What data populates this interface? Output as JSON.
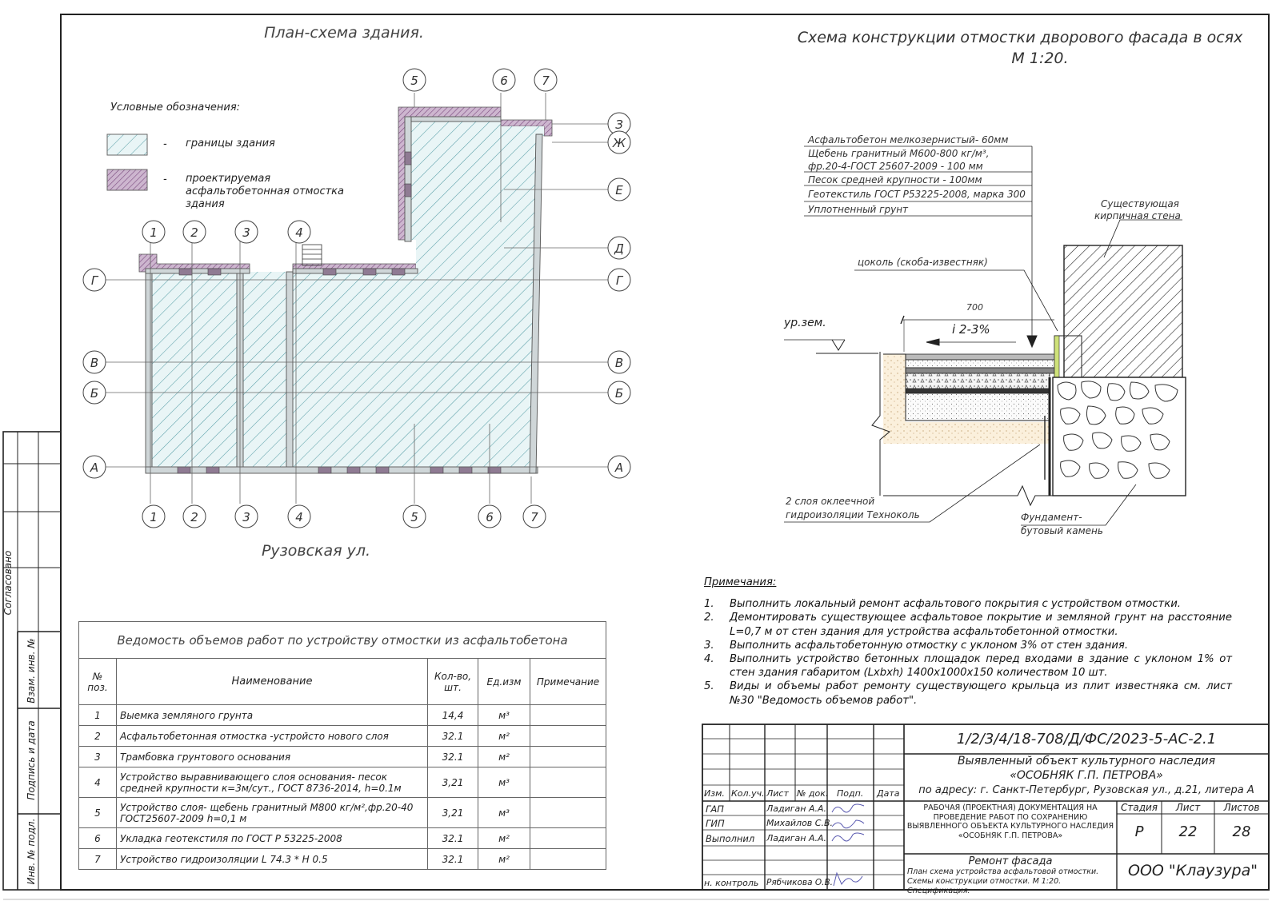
{
  "plan": {
    "title": "План-схема здания.",
    "legend_title": "Условные обозначения:",
    "legend": [
      {
        "dash": "-",
        "label": "границы здания"
      },
      {
        "dash": "-",
        "label": "проектируемая асфальтобетонная отмостка здания"
      }
    ],
    "street": "Рузовская ул.",
    "axes_top": [
      "5",
      "6",
      "7"
    ],
    "axes_mid_top": [
      "1",
      "2",
      "3",
      "4"
    ],
    "axes_bottom": [
      "1",
      "2",
      "3",
      "4",
      "5",
      "6",
      "7"
    ],
    "axes_right": [
      "З",
      "Ж",
      "Е",
      "Д",
      "Г",
      "В",
      "Б",
      "А"
    ],
    "axes_left": [
      "Г",
      "В",
      "Б",
      "А"
    ]
  },
  "section": {
    "title": "Схема конструкции отмостки дворового фасада в осях",
    "scale": "М 1:20.",
    "layers": [
      "Асфальтобетон мелкозернистый- 60мм",
      "Щебень гранитный М600-800 кг/м³,",
      "фр.20-4-ГОСТ 25607-2009 - 100 мм",
      "Песок средней крупности - 100мм",
      "Геотекстиль ГОСТ Р53225-2008, марка 300",
      "Уплотненный грунт"
    ],
    "wall_label_1": "Существующая",
    "wall_label_2": "кирпичная стена",
    "plinth": "цоколь (скоба-известняк)",
    "dim": "700",
    "slope": "i 2-3%",
    "ground": "ур.зем.",
    "waterproof_1": "2 слоя оклеечной",
    "waterproof_2": "гидроизоляции Техноколь",
    "foundation_1": "Фундамент-",
    "foundation_2": "бутовый камень"
  },
  "notes": {
    "heading": "Примечания:",
    "items": [
      {
        "n": "1.",
        "text": "Выполнить локальный ремонт асфальтового покрытия с устройством отмостки."
      },
      {
        "n": "2.",
        "text": "Демонтировать существующее асфальтовое покрытие и земляной грунт на расстояние L=0,7 м от стен здания для устройства асфальтобетонной отмостки."
      },
      {
        "n": "3.",
        "text": "Выполнить асфальтобетонную отмостку с уклоном 3% от стен здания."
      },
      {
        "n": "4.",
        "text": "Выполнить устройство бетонных площадок перед входами в здание с уклоном 1% от стен здания габаритом (Lxbxh) 1400x1000x150 количеством 10 шт."
      },
      {
        "n": "5.",
        "text": "Виды и объемы работ ремонту существующего крыльца из плит известняка см. лист №30 \"Ведомость объемов работ\"."
      }
    ]
  },
  "spec": {
    "title": "Ведомость объемов работ по устройству отмостки из асфальтобетона",
    "headers": {
      "pos": "№ поз.",
      "name": "Наименование",
      "qty": "Кол-во, шт.",
      "unit": "Ед.изм",
      "note": "Примечание"
    },
    "rows": [
      {
        "pos": "1",
        "name": "Выемка земляного грунта",
        "qty": "14,4",
        "unit": "м³"
      },
      {
        "pos": "2",
        "name": "Асфальтобетонная отмостка -устройсто нового слоя",
        "qty": "32.1",
        "unit": "м²"
      },
      {
        "pos": "3",
        "name": "Трамбовка грунтового основания",
        "qty": "32.1",
        "unit": "м²"
      },
      {
        "pos": "4",
        "name": "Устройство выравнивающего слоя основания- песок средней крупности к=3м/сут., ГОСТ 8736-2014, h=0.1м",
        "qty": "3,21",
        "unit": "м³"
      },
      {
        "pos": "5",
        "name": "Устройство слоя- щебень гранитный М800 кг/м²,фр.20-40 ГОСТ25607-2009 h=0,1 м",
        "qty": "3,21",
        "unit": "м³"
      },
      {
        "pos": "6",
        "name": "Укладка геотекстиля по ГОСТ Р 53225-2008",
        "qty": "32.1",
        "unit": "м²"
      },
      {
        "pos": "7",
        "name": "Устройство гидроизоляции L 74.3 * H 0.5",
        "qty": "32.1",
        "unit": "м²"
      }
    ]
  },
  "margin": {
    "agreed": "Согласовано",
    "vzam": "Взам. инв. №",
    "podpis": "Подпись и дата",
    "inv": "Инв. № подл."
  },
  "stamp": {
    "code": "1/2/3/4/18-708/Д/ФС/2023-5-АС-2.1",
    "object_1": "Выявленный объект культурного наследия",
    "object_2": "«ОСОБНЯК Г.П. ПЕТРОВА»",
    "address": "по адресу: г. Санкт-Петербург, Рузовская ул., д.21, литера А",
    "cols": [
      "Изм.",
      "Кол.уч.",
      "Лист",
      "№ док.",
      "Подп.",
      "Дата"
    ],
    "people": [
      {
        "role": "ГАП",
        "name": "Ладиган А.А."
      },
      {
        "role": "ГИП",
        "name": "Михайлов С.В."
      },
      {
        "role": "Выполнил",
        "name": "Ладиган А.А."
      },
      {
        "role": "н. контроль",
        "name": "Рябчикова О.В."
      }
    ],
    "docdesc": "РАБОЧАЯ (ПРОЕКТНАЯ) ДОКУМЕНТАЦИЯ НА ПРОВЕДЕНИЕ РАБОТ ПО СОХРАНЕНИЮ ВЫЯВЛЕННОГО ОБЪЕКТА КУЛЬТУРНОГО НАСЛЕДИЯ «ОСОБНЯК Г.П. ПЕТРОВА»",
    "stage_label": "Стадия",
    "sheet_label": "Лист",
    "sheets_label": "Листов",
    "stage": "Р",
    "sheet": "22",
    "sheets": "28",
    "work": "Ремонт фасада",
    "sheet_desc": "План схема устройства асфальтовой отмостки. Схемы конструкции отмостки. М 1:20. Спецификация.",
    "company": "ООО \"Клаузура\""
  }
}
